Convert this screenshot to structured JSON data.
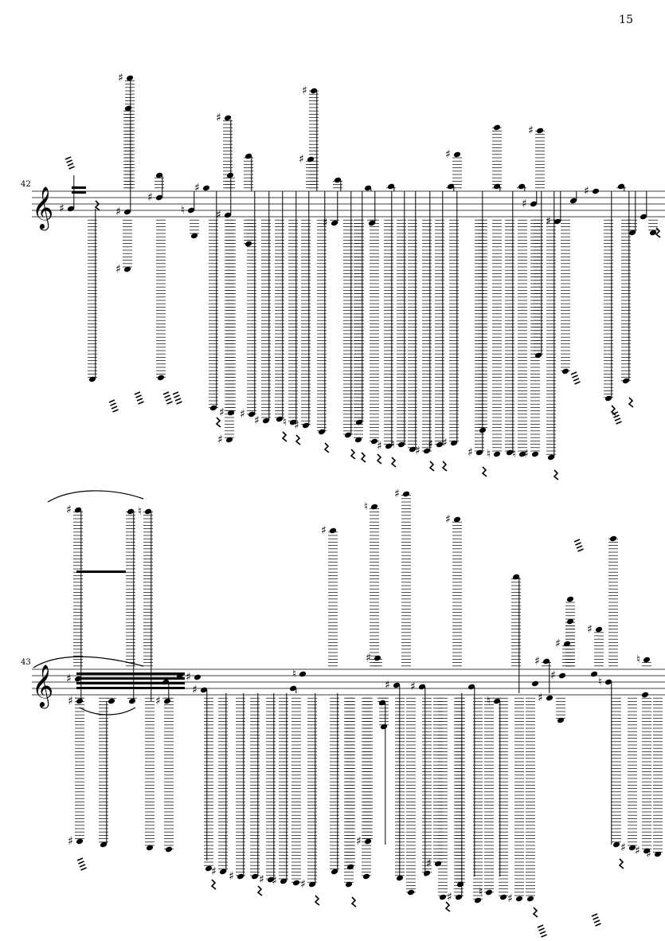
{
  "page": {
    "number": "15"
  },
  "systems": [
    {
      "measure_number": "42"
    },
    {
      "measure_number": "43"
    }
  ]
}
